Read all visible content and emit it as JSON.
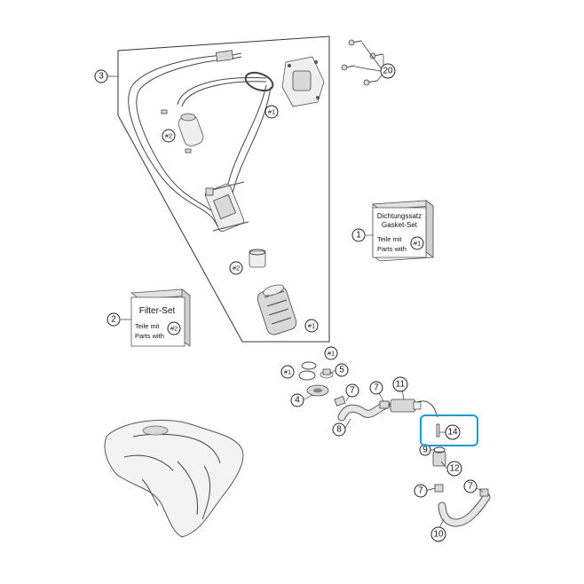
{
  "callouts": {
    "c1": "1",
    "c2": "2",
    "c3": "3",
    "c4": "4",
    "c5": "5",
    "c7a": "7",
    "c7b": "7",
    "c7c": "7",
    "c7d": "7",
    "c8": "8",
    "c9": "9",
    "c10": "10",
    "c11": "11",
    "c12": "12",
    "c14": "14",
    "c20": "20",
    "ref1_top": "#1",
    "ref1_pump": "#1",
    "ref1_right": "#1",
    "ref1_left": "#1",
    "ref2_top": "#2",
    "ref2_mid": "#2"
  },
  "gasket_box": {
    "line1": "Dichtungssatz",
    "line2": "Gasket-Set",
    "line3": "Teile mit",
    "line4": "Parts with",
    "ref": "#1"
  },
  "filter_box": {
    "title": "Filter-Set",
    "line1": "Teile mit",
    "line2": "Parts with",
    "ref": "#2"
  },
  "colors": {
    "highlight": "#1a9ad6",
    "lines": "#333333"
  }
}
